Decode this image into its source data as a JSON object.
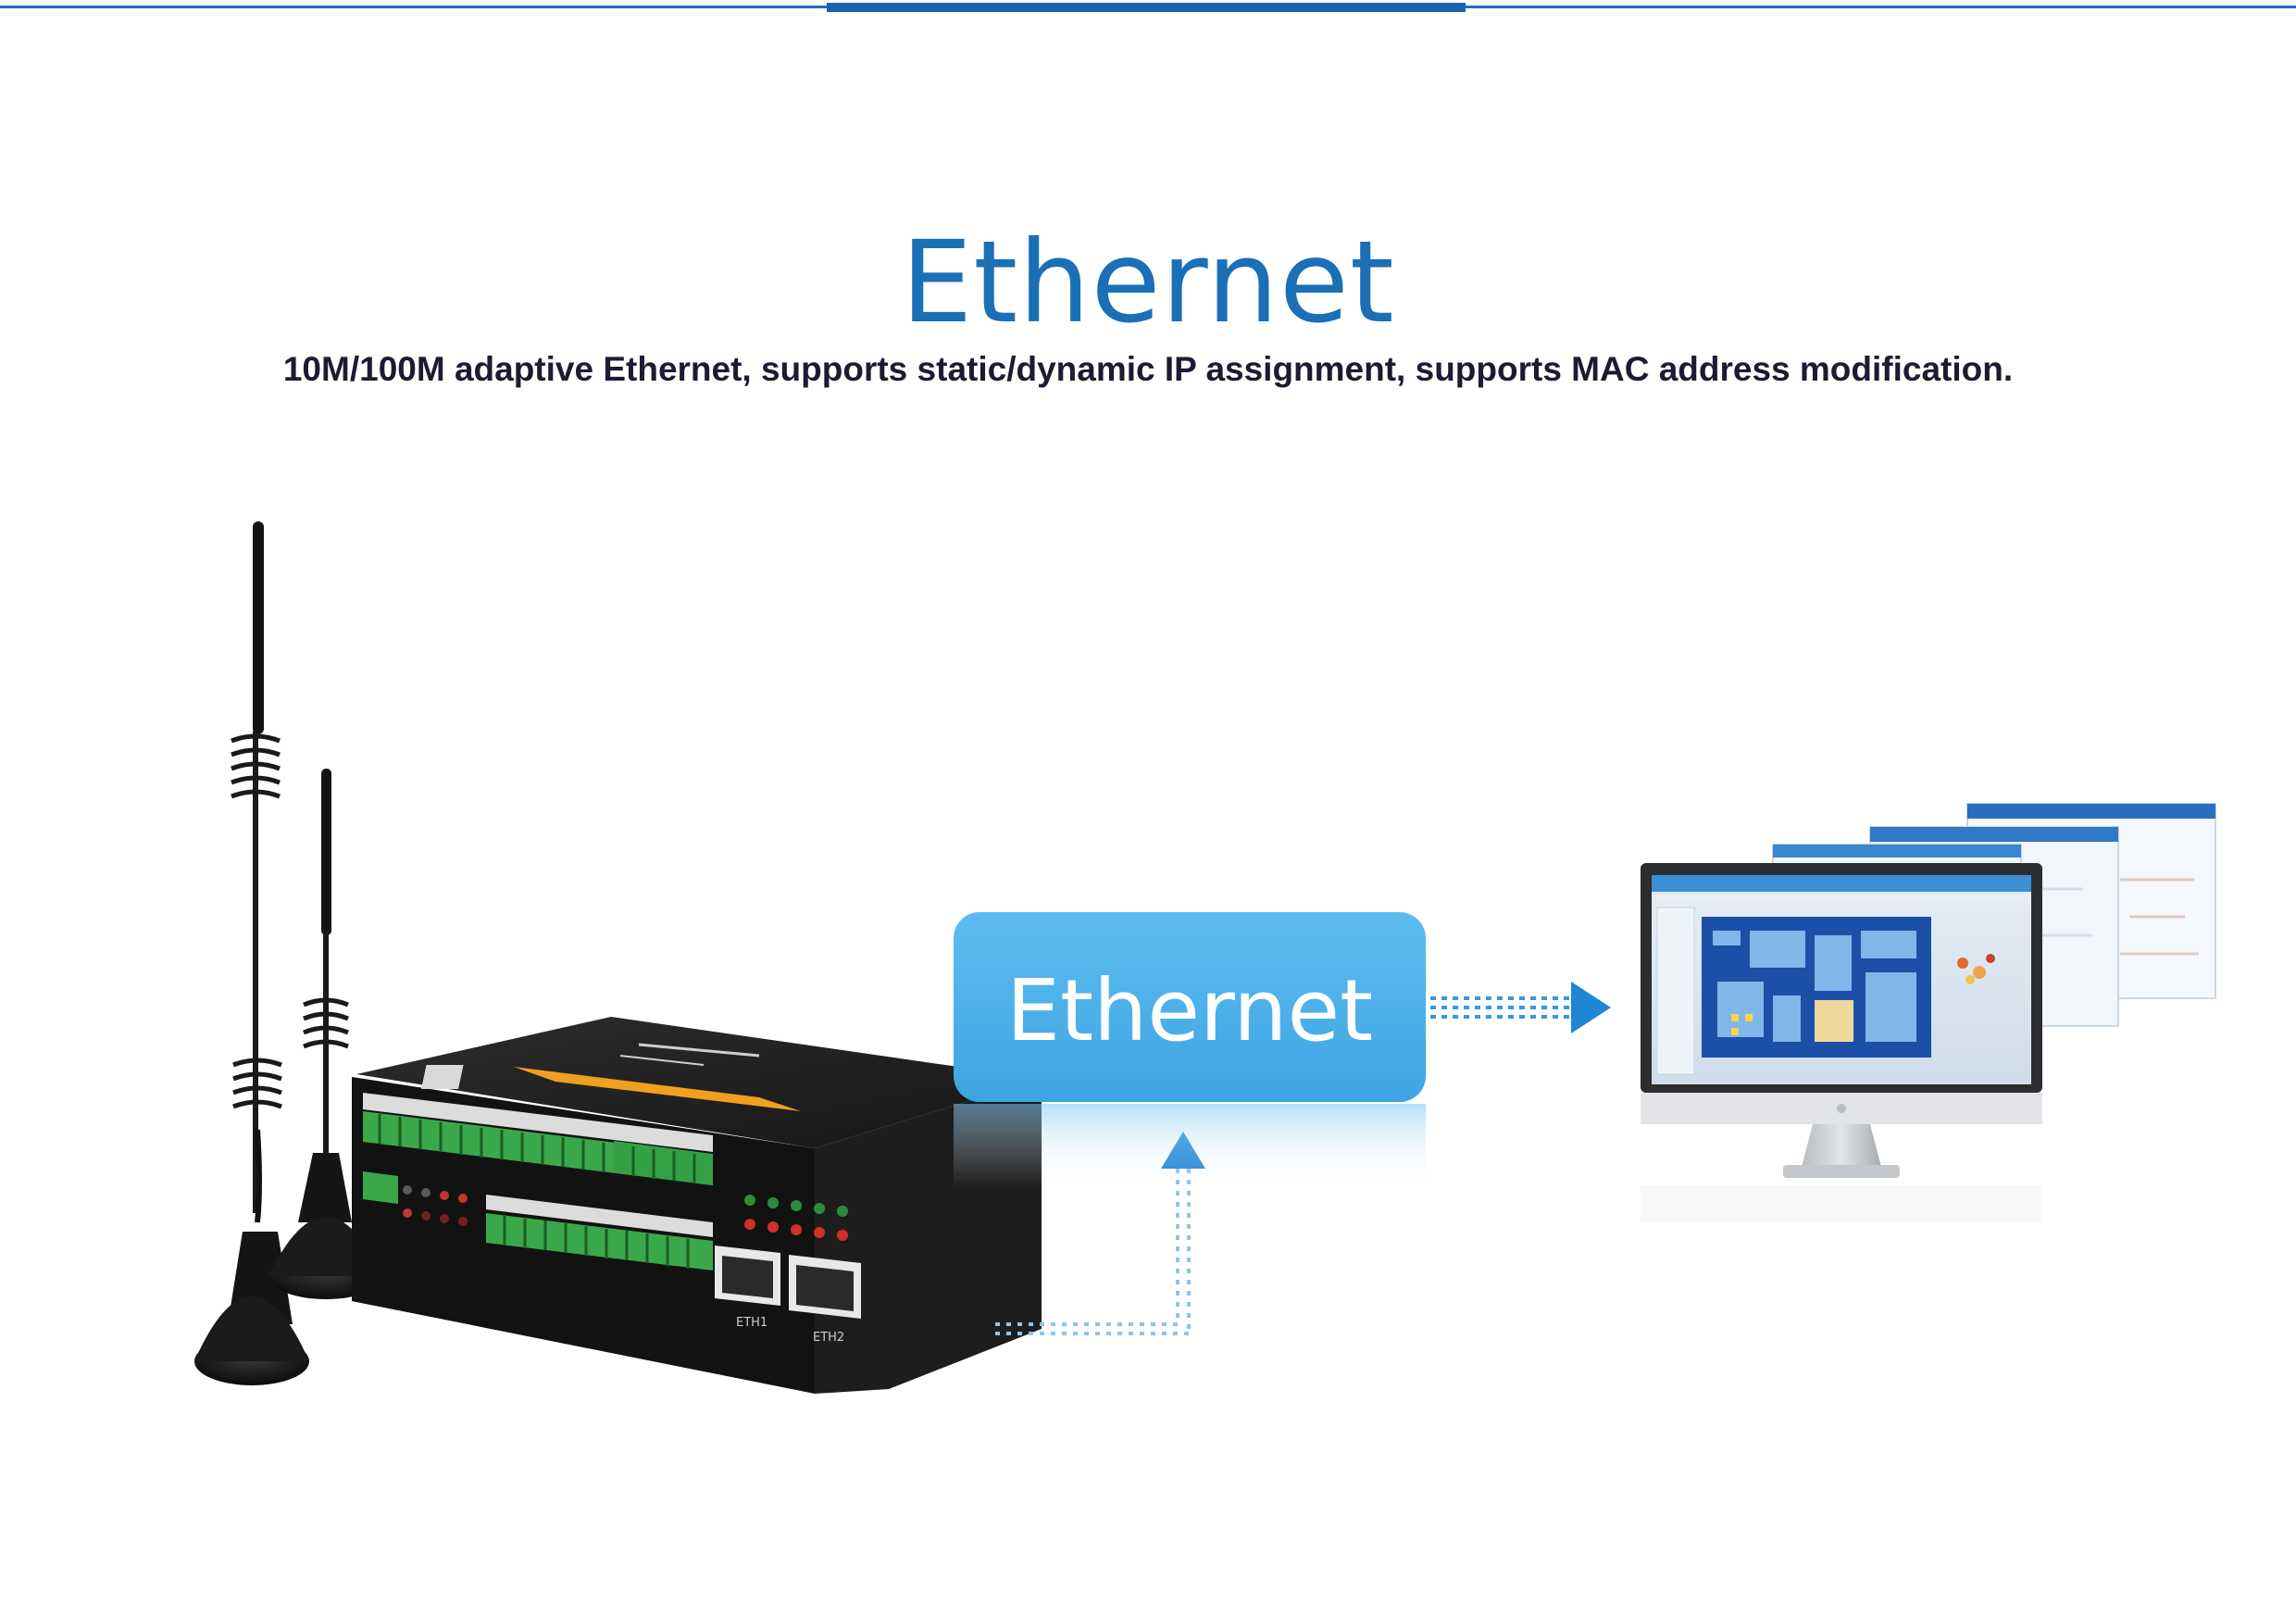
{
  "header": {
    "title": "Ethernet",
    "description": "10M/100M adaptive Ethernet, supports static/dynamic IP assignment, supports MAC address modification."
  },
  "diagram": {
    "link_label": "Ethernet",
    "ports": [
      "ETH1",
      "ETH2"
    ]
  },
  "colors": {
    "title_blue": "#1b6fb6",
    "badge_blue": "#4aaee6",
    "arrow_blue": "#1f86d6",
    "text_dark": "#1f1a33",
    "terminal_green": "#3aa84a",
    "label_orange": "#f0a020"
  },
  "icons": {
    "antenna_tall": "antenna-icon",
    "antenna_short": "antenna-icon",
    "device": "rtu-device-icon",
    "monitor": "monitor-icon",
    "arrow_up": "arrow-up-icon",
    "arrow_right": "arrow-right-icon"
  }
}
